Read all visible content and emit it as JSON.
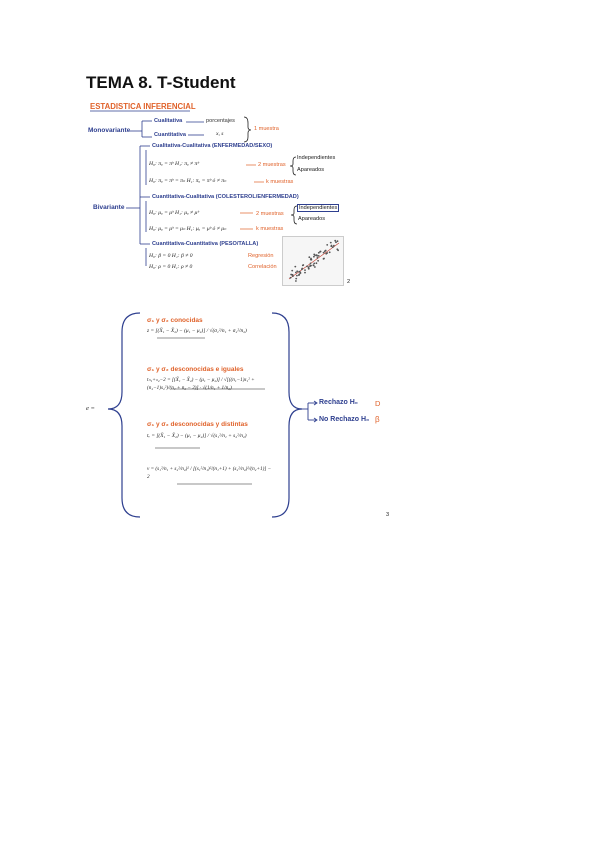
{
  "page": {
    "title": "TEMA 8. T-Student"
  },
  "slide1": {
    "header": "ESTADISTICA INFERENCIAL",
    "monovariante": "Monovariante",
    "bivariante": "Bivariante",
    "cualitativa": "Cualitativa",
    "porcentajes": "porcentajes",
    "cuantitativa": "Cuantitativa",
    "mean_sym": "x, s",
    "una_muestra": "1 muestra",
    "cual_cual": "Cualitativa-Cualitativa (ENFERMEDAD/SEXO)",
    "h_pi_2": "H₀: πₐ = πᵇ    H₁: πₐ ≠ πᵇ",
    "dos_muestras": "2 muestras",
    "independientes": "Independientes",
    "apareados": "Apareados",
    "h_pi_k": "H₀: πₐ = πᵇ = πₙ    H₁: πₐ = πᵇ ó ≠ πₙ",
    "k_muestras": "k muestras",
    "cuant_cual": "Cuantitativa-Cualitativa (COLESTEROL/ENFERMEDAD)",
    "h_mu_2": "H₀: μₐ = μᵇ    H₁: μₐ ≠ μᵇ",
    "h_mu_k": "H₀: μₐ = μᵇ = μₙ    H₁: μₐ = μᵇ ó ≠ μₙ",
    "cuant_cuant": "Cuantitativa-Cuantitativa (PESO/TALLA)",
    "h_beta": "H₀: β = 0    H₁: β ≠ 0",
    "regresion": "Regresión",
    "h_rho": "H₀: ρ = 0    H₁: ρ ≠ 0",
    "correlacion": "Correlación",
    "page_num": "2"
  },
  "slide2": {
    "e_label": "e =",
    "case1": "σ₁ y σ₂ conocidas",
    "z_formula": "z = [(X̄₁ − X̄₂) − (μ₁ − μ₂)] / √(σ₁²/n₁ + σ₂²/n₂)",
    "case2": "σ₁ y σ₂ desconocidas e iguales",
    "t_equal": "tₙ₁+ₙ₂−2 = [(X̄₁ − X̄₂) − (μ₁ − μ₂)] / √[((n₁−1)s₁² + (n₂−1)s₂²)/(n₁ + n₂ − 2)] · √(1/n₁ + 1/n₂)",
    "case3": "σ₁ y σ₂ desconocidas y distintas",
    "t_diff": "tᵥ = [(X̄₁ − X̄₂) − (μ₁ − μ₂)] / √(s₁²/n₁ + s₂²/n₂)",
    "v_formula": "v = (s₁²/n₁ + s₂²/n₂)² / [(s₁²/n₁)²/(n₁+1) + (s₂²/n₂)²/(n₂+1)] − 2",
    "rechazo": "Rechazo H₀",
    "alpha": "D",
    "no_rechazo": "No Rechazo H₀",
    "beta": "β",
    "page_num": "3"
  },
  "colors": {
    "blue": "#2e3f8f",
    "orange": "#e0622a",
    "text": "#1a1a1a"
  }
}
